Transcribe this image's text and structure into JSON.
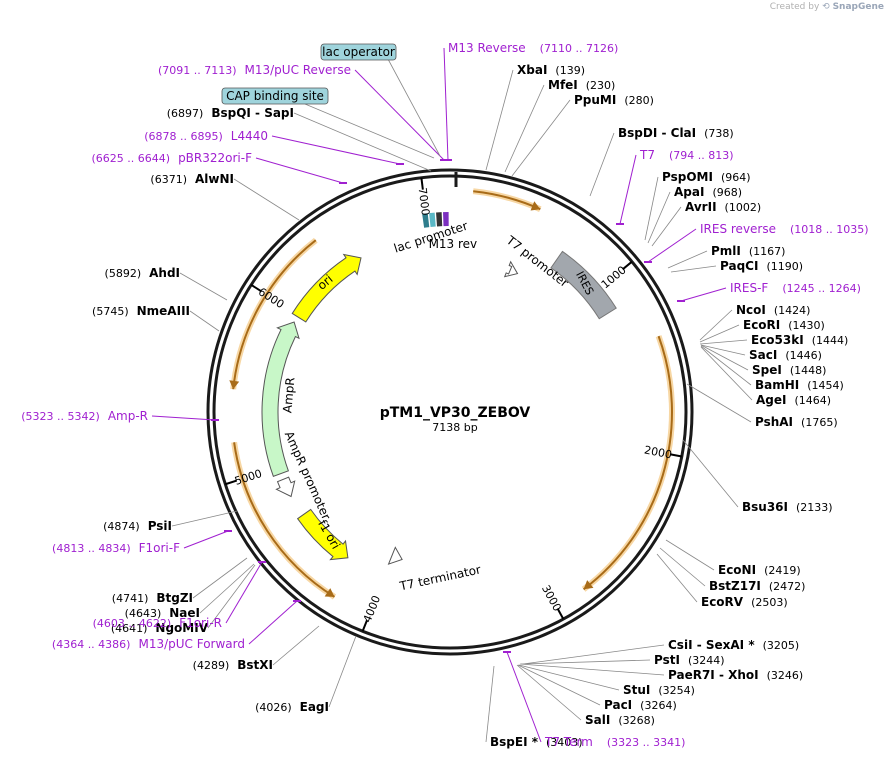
{
  "credit": {
    "prefix": "Created by",
    "brand": "SnapGene"
  },
  "plasmid": {
    "name": "pTM1_VP30_ZEBOV",
    "size_label": "7138 bp",
    "length": 7138
  },
  "colors": {
    "primer": "#a020d0",
    "backbone": "#1a1a1a",
    "feature_orange": "#f2a33a",
    "feature_gray": "#a2a7ad",
    "feature_yellow": "#ffff00",
    "feature_green": "#c8f7c8",
    "boxed_label_fill": "#9fd4dc"
  },
  "ticks": [
    "1000",
    "2000",
    "3000",
    "4000",
    "5000",
    "6000",
    "7000"
  ],
  "features": [
    {
      "name": "IRES",
      "type": "gray"
    },
    {
      "name": "ori",
      "type": "yellow"
    },
    {
      "name": "f1 ori",
      "type": "yellow"
    },
    {
      "name": "AmpR",
      "type": "green"
    },
    {
      "name": "lac promoter",
      "type": "small"
    },
    {
      "name": "M13 rev",
      "type": "label"
    },
    {
      "name": "T7 promoter",
      "type": "label"
    },
    {
      "name": "AmpR promoter",
      "type": "label"
    },
    {
      "name": "T7 terminator",
      "type": "label"
    }
  ],
  "boxed_labels": [
    "lac operator",
    "CAP binding site"
  ],
  "sites": [
    {
      "name": "XbaI",
      "pos": "(139)"
    },
    {
      "name": "MfeI",
      "pos": "(230)"
    },
    {
      "name": "PpuMI",
      "pos": "(280)"
    },
    {
      "name": "BspDI",
      "sep": "-",
      "name2": "ClaI",
      "pos": "(738)"
    },
    {
      "name": "PspOMI",
      "pos": "(964)"
    },
    {
      "name": "ApaI",
      "pos": "(968)"
    },
    {
      "name": "AvrII",
      "pos": "(1002)"
    },
    {
      "name": "PmlI",
      "pos": "(1167)"
    },
    {
      "name": "PaqCI",
      "pos": "(1190)"
    },
    {
      "name": "NcoI",
      "pos": "(1424)"
    },
    {
      "name": "EcoRI",
      "pos": "(1430)"
    },
    {
      "name": "Eco53kI",
      "pos": "(1444)"
    },
    {
      "name": "SacI",
      "pos": "(1446)"
    },
    {
      "name": "SpeI",
      "pos": "(1448)"
    },
    {
      "name": "BamHI",
      "pos": "(1454)"
    },
    {
      "name": "AgeI",
      "pos": "(1464)"
    },
    {
      "name": "PshAI",
      "pos": "(1765)"
    },
    {
      "name": "Bsu36I",
      "pos": "(2133)"
    },
    {
      "name": "EcoNI",
      "pos": "(2419)"
    },
    {
      "name": "BstZ17I",
      "pos": "(2472)"
    },
    {
      "name": "EcoRV",
      "pos": "(2503)"
    },
    {
      "name": "CsiI",
      "sep": "-",
      "name2": "SexAI *",
      "pos": "(3205)"
    },
    {
      "name": "PstI",
      "pos": "(3244)"
    },
    {
      "name": "PaeR7I",
      "sep": "-",
      "name2": "XhoI",
      "pos": "(3246)"
    },
    {
      "name": "StuI",
      "pos": "(3254)"
    },
    {
      "name": "PacI",
      "pos": "(3264)"
    },
    {
      "name": "SalI",
      "pos": "(3268)"
    },
    {
      "name": "BspEI *",
      "pos": "(3403)",
      "pre": true
    },
    {
      "name": "EagI",
      "pos": "(4026)",
      "pre": true
    },
    {
      "name": "BstXI",
      "pos": "(4289)",
      "pre": true
    },
    {
      "name": "NgoMIV",
      "pos": "(4641)",
      "pre": true
    },
    {
      "name": "NaeI",
      "pos": "(4643)",
      "pre": true
    },
    {
      "name": "BtgZI",
      "pos": "(4741)",
      "pre": true
    },
    {
      "name": "PsiI",
      "pos": "(4874)",
      "pre": true
    },
    {
      "name": "NmeAIII",
      "pos": "(5745)",
      "pre": true
    },
    {
      "name": "AhdI",
      "pos": "(5892)",
      "pre": true
    },
    {
      "name": "AlwNI",
      "pos": "(6371)",
      "pre": true
    },
    {
      "name": "BspQI",
      "sep": "-",
      "name2": "SapI",
      "pos": "(6897)",
      "pre": true
    }
  ],
  "primers": [
    {
      "name": "M13 Reverse",
      "range": "(7110 .. 7126)",
      "order": "name-first"
    },
    {
      "name": "M13/pUC Reverse",
      "range": "(7091 .. 7113)",
      "order": "range-first"
    },
    {
      "name": "L4440",
      "range": "(6878 .. 6895)",
      "order": "range-first"
    },
    {
      "name": "pBR322ori-F",
      "range": "(6625 .. 6644)",
      "order": "range-first"
    },
    {
      "name": "T7",
      "range": "(794 .. 813)",
      "order": "name-first"
    },
    {
      "name": "IRES reverse",
      "range": "(1018 .. 1035)",
      "order": "name-first"
    },
    {
      "name": "IRES-F",
      "range": "(1245 .. 1264)",
      "order": "name-first"
    },
    {
      "name": "Amp-R",
      "range": "(5323 .. 5342)",
      "order": "range-first"
    },
    {
      "name": "F1ori-F",
      "range": "(4813 .. 4834)",
      "order": "range-first"
    },
    {
      "name": "F1ori-R",
      "range": "(4603 .. 4622)",
      "order": "range-first"
    },
    {
      "name": "M13/pUC Forward",
      "range": "(4364 .. 4386)",
      "order": "range-first"
    },
    {
      "name": "T7 Term",
      "range": "(3323 .. 3341)",
      "order": "name-first"
    }
  ]
}
